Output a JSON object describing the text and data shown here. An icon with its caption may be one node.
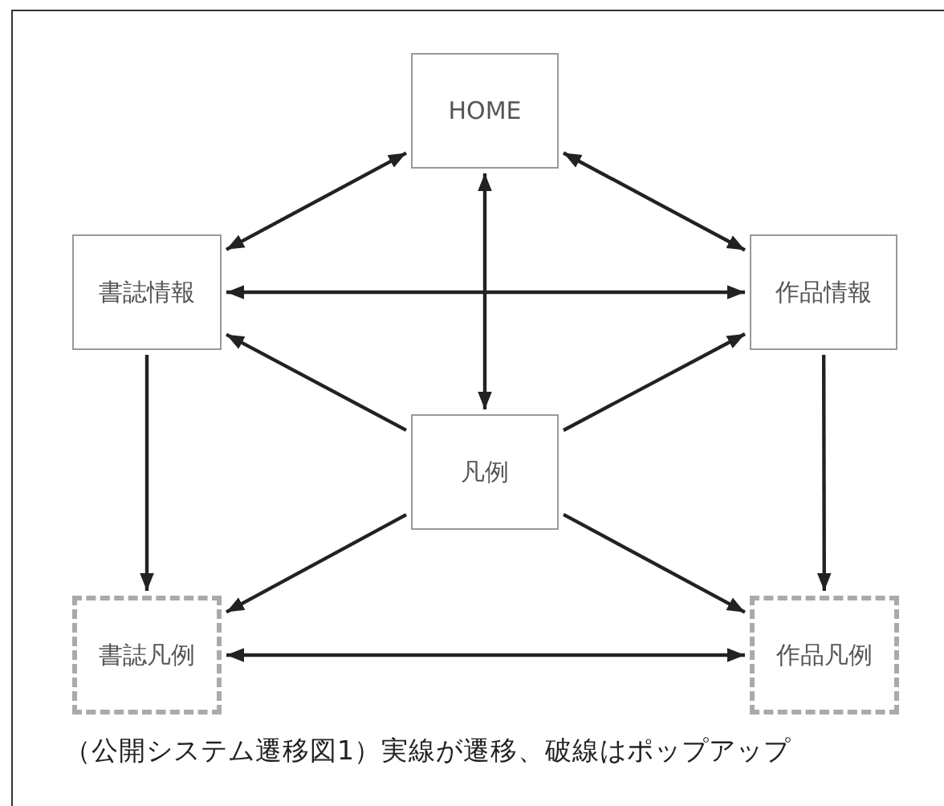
{
  "diagram": {
    "caption": "（公開システム遷移図1）実線が遷移、破線はポップアップ",
    "nodes": [
      {
        "text": [
          "HOME"
        ]
      },
      {
        "text": [
          "書誌情報"
        ]
      },
      {
        "text": [
          "作品情報"
        ]
      },
      {
        "text": [
          "凡例"
        ]
      },
      {
        "text": [
          "書誌凡例"
        ]
      },
      {
        "text": [
          "作品凡例"
        ]
      }
    ],
    "edges": [
      {
        "from": 0,
        "to": 1,
        "arrow": "both"
      },
      {
        "from": 0,
        "to": 2,
        "arrow": "both"
      },
      {
        "from": 1,
        "to": 2,
        "arrow": "both"
      },
      {
        "from": 0,
        "to": 3,
        "arrow": "both"
      },
      {
        "from": 3,
        "to": 1,
        "arrow": "to"
      },
      {
        "from": 3,
        "to": 2,
        "arrow": "to"
      },
      {
        "from": 1,
        "to": 4,
        "arrow": "to"
      },
      {
        "from": 2,
        "to": 5,
        "arrow": "to"
      },
      {
        "from": 3,
        "to": 4,
        "arrow": "to"
      },
      {
        "from": 3,
        "to": 5,
        "arrow": "to"
      },
      {
        "from": 4,
        "to": 5,
        "arrow": "both"
      }
    ]
  }
}
